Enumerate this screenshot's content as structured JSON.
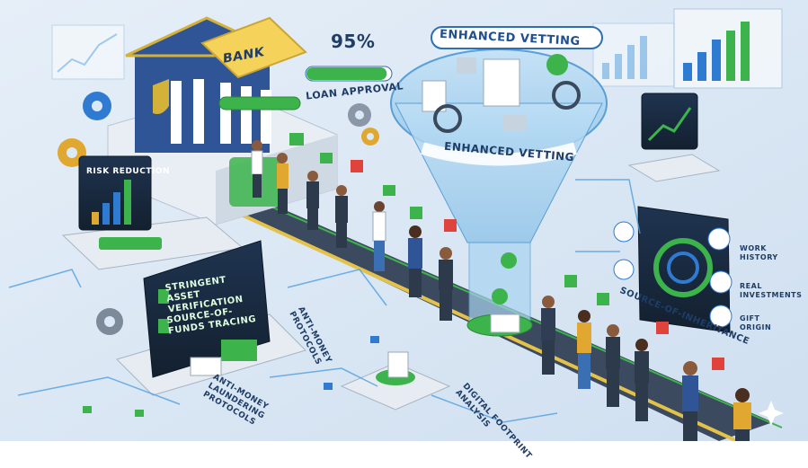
{
  "labels": {
    "bank": "BANK",
    "loan_percent": "95%",
    "loan_approval": "LOAN APPROVAL",
    "enhanced_vetting_top": "ENHANCED VETTING",
    "enhanced_vetting_funnel": "ENHANCED VETTING",
    "risk_reduction": "RISK REDUCTION",
    "stringent_asset_verification": "STRINGENT ASSET VERIFICATION",
    "source_of_funds_tracing": "SOURCE-OF-FUNDS TRACING",
    "anti_money_protocols": "ANTI-MONEY PROTOCOLS",
    "anti_money_laundering_protocols": "ANTI-MONEY LAUNDERING PROTOCOLS",
    "digital_footprint_analysis": "DIGITAL FOOTPRINT ANALYSIS",
    "source_of_inheritance": "SOURCE-OF-INHERITANCE",
    "work_history": "WORK HISTORY",
    "real_investments": "REAL INVESTMENTS",
    "gift_origin": "GIFT ORIGIN"
  },
  "loan_approval_progress": 0.95,
  "colors": {
    "background": "#dbe8f5",
    "accent_green": "#3cb44b",
    "bank_blue": "#2f5597",
    "alert_red": "#e0423c",
    "screen_dark": "#1b2a3d"
  }
}
